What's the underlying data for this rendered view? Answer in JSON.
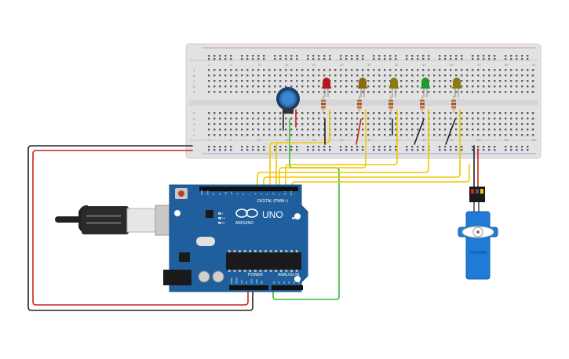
{
  "colors": {
    "board": "#1f5f9e",
    "board_edge": "#184d82",
    "breadboard": "#e3e3e3",
    "wire_yellow": "#f2c600",
    "wire_green": "#3db83d",
    "wire_red": "#d21f1f",
    "wire_black": "#222222",
    "servo": "#1f7bd6"
  },
  "arduino": {
    "brand_big": "UNO",
    "brand_small": "ARDUINO",
    "digital_label": "DIGITAL (PWM~)",
    "analog_label": "ANALOG IN",
    "power_label": "POWER",
    "led_labels": [
      "TX",
      "RX",
      "L",
      "ON"
    ],
    "digital_pins": [
      "AREF",
      "GND",
      "13",
      "12",
      "~11",
      "~10",
      "~9",
      "8",
      "7",
      "~6",
      "~5",
      "4",
      "~3",
      "2",
      "TX 1",
      "RX 0"
    ],
    "power_pins": [
      "IOREF",
      "RESET",
      "3.3V",
      "5V",
      "GND",
      "GND",
      "Vin"
    ],
    "analog_pins": [
      "A0",
      "A1",
      "A2",
      "A3",
      "A4",
      "A5"
    ]
  },
  "breadboard": {
    "row_letters_top": [
      "A",
      "B",
      "C",
      "D",
      "E"
    ],
    "row_letters_bottom": [
      "F",
      "G",
      "H",
      "I",
      "J"
    ],
    "column_numbers": [
      "1",
      "5",
      "10",
      "15",
      "20",
      "25",
      "30",
      "35",
      "40",
      "45",
      "50",
      "55",
      "60"
    ]
  },
  "components": {
    "leds": [
      {
        "color": "#b3181c"
      },
      {
        "color": "#8a6a10"
      },
      {
        "color": "#8a7a14"
      },
      {
        "color": "#1d9a2c"
      },
      {
        "color": "#8c7a14"
      }
    ]
  }
}
